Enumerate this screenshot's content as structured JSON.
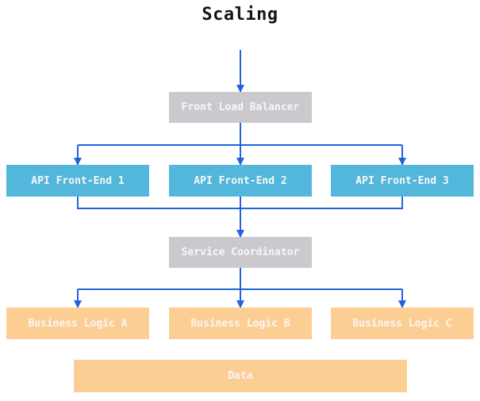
{
  "title": "Scaling",
  "colors": {
    "background": "#ffffff",
    "title_text": "#141414",
    "arrow": "#2161e2",
    "box_gray": "#cbc9cd",
    "box_blue": "#52b7db",
    "box_orange": "#fdce93",
    "node_text": "#f7f7f7"
  },
  "nodes": {
    "front_load_balancer": {
      "label": "Front Load Balancer"
    },
    "api_front_end_1": {
      "label": "API Front-End 1"
    },
    "api_front_end_2": {
      "label": "API Front-End 2"
    },
    "api_front_end_3": {
      "label": "API Front-End 3"
    },
    "service_coordinator": {
      "label": "Service Coordinator"
    },
    "business_logic_a": {
      "label": "Business Logic A"
    },
    "business_logic_b": {
      "label": "Business Logic B"
    },
    "business_logic_c": {
      "label": "Business Logic C"
    },
    "data": {
      "label": "Data"
    }
  },
  "edges": [
    {
      "from": "(start)",
      "to": "Front Load Balancer"
    },
    {
      "from": "Front Load Balancer",
      "to": "API Front-End 1"
    },
    {
      "from": "Front Load Balancer",
      "to": "API Front-End 2"
    },
    {
      "from": "Front Load Balancer",
      "to": "API Front-End 3"
    },
    {
      "from": "API Front-End 1",
      "to": "Service Coordinator"
    },
    {
      "from": "API Front-End 2",
      "to": "Service Coordinator"
    },
    {
      "from": "API Front-End 3",
      "to": "Service Coordinator"
    },
    {
      "from": "Service Coordinator",
      "to": "Business Logic A"
    },
    {
      "from": "Service Coordinator",
      "to": "Business Logic B"
    },
    {
      "from": "Service Coordinator",
      "to": "Business Logic C"
    }
  ]
}
